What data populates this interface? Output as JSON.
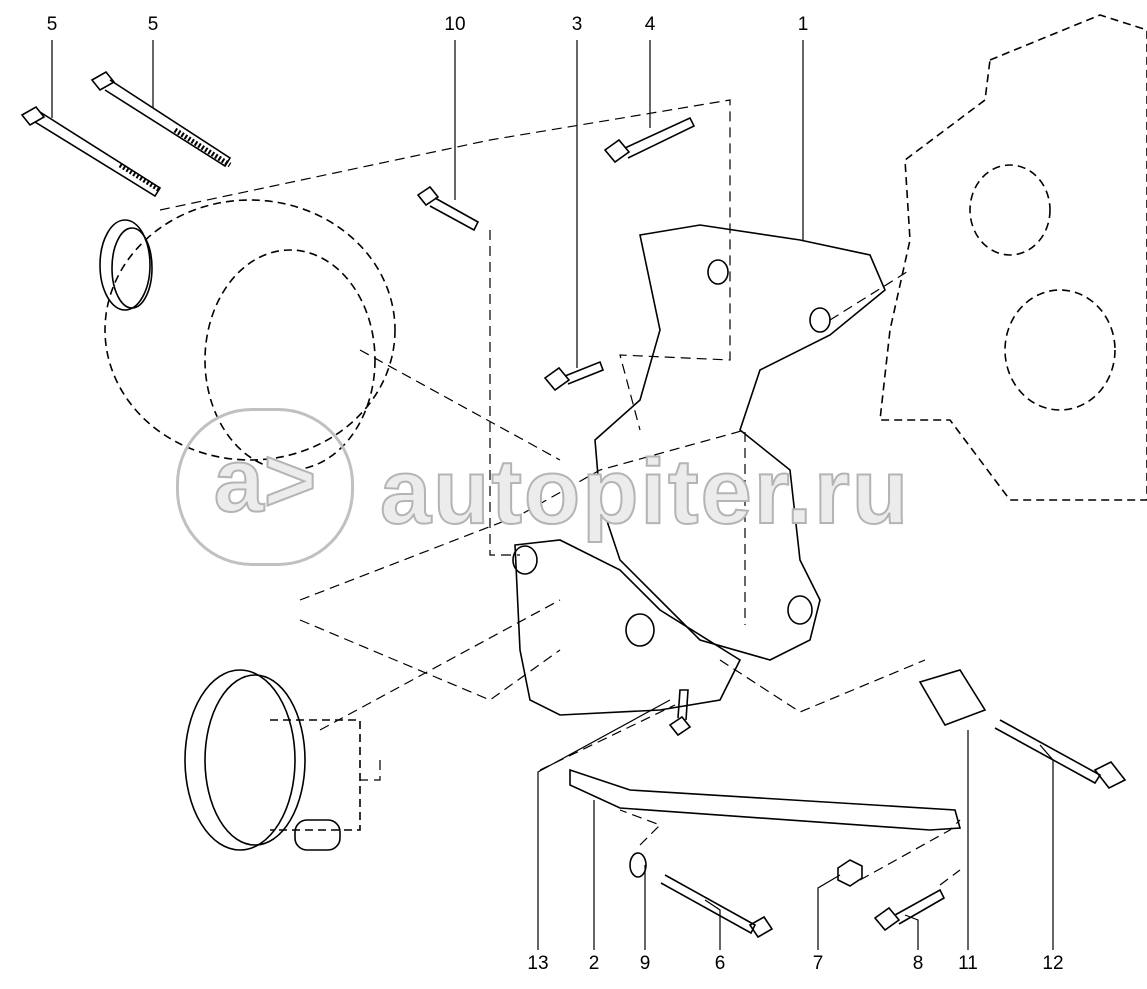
{
  "diagram": {
    "callouts_top": [
      "5",
      "5",
      "10",
      "3",
      "4",
      "1"
    ],
    "callouts_bottom": [
      "13",
      "2",
      "9",
      "6",
      "7",
      "8",
      "11",
      "12"
    ]
  },
  "watermark": {
    "text": "autopiter.ru",
    "logo": "a>"
  }
}
